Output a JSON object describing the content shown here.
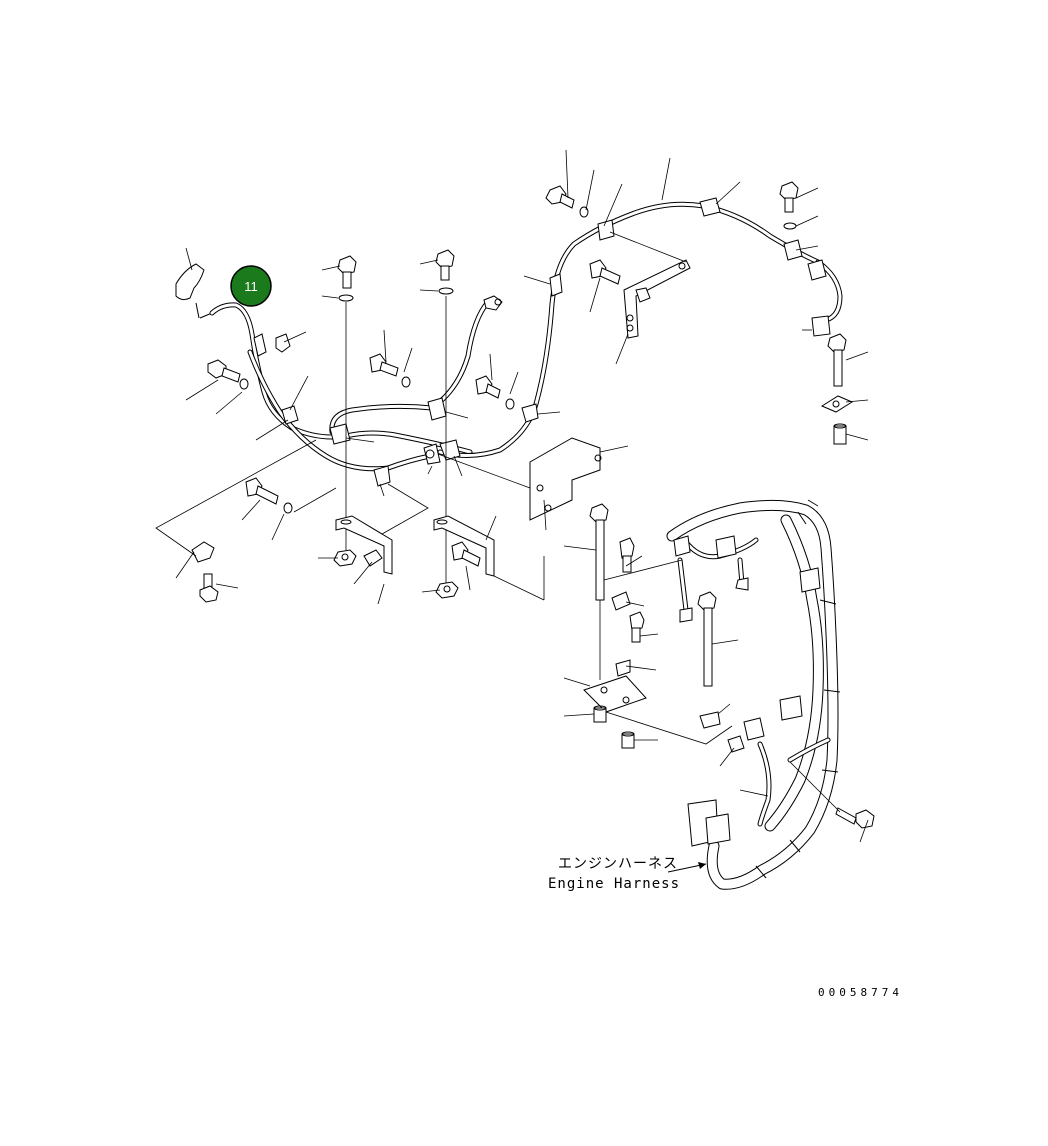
{
  "callout": {
    "number": "11",
    "color": "#1b7a1b",
    "ring_color": "#000000"
  },
  "harness_label": {
    "japanese": "エンジンハーネス",
    "english": "Engine Harness"
  },
  "drawing_id": "00058774",
  "icons": [
    "bolt-icon",
    "washer-icon",
    "clamp-icon",
    "bracket-icon",
    "connector-icon",
    "spacer-icon",
    "harness-icon"
  ]
}
